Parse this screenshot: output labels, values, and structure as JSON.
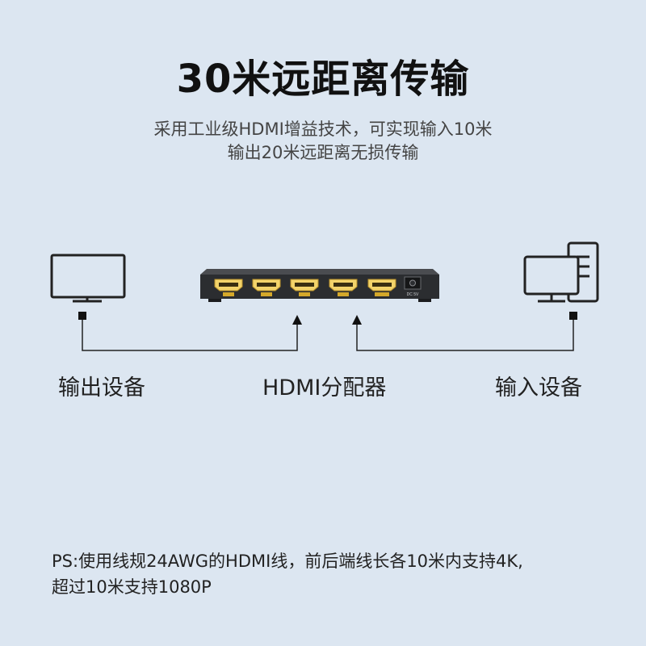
{
  "title": "30米远距离传输",
  "subtitle": {
    "line1": "采用工业级HDMI增益技术，可实现输入10米",
    "line2": "输出20米远距离无损传输"
  },
  "labels": {
    "output": "输出设备",
    "splitter": "HDMI分配器",
    "input": "输入设备"
  },
  "device": {
    "dc_label": "DC 5V"
  },
  "icons": [
    "monitor-icon",
    "desktop-computer-icon",
    "hdmi-splitter-device"
  ],
  "colors": {
    "background": "#dce6f1",
    "device_body": "#2b2d30",
    "port_gold": "#d4a82a"
  },
  "ps": {
    "line1": "PS:使用线规24AWG的HDMI线，前后端线长各10米内支持4K,",
    "line2": "超过10米支持1080P"
  }
}
